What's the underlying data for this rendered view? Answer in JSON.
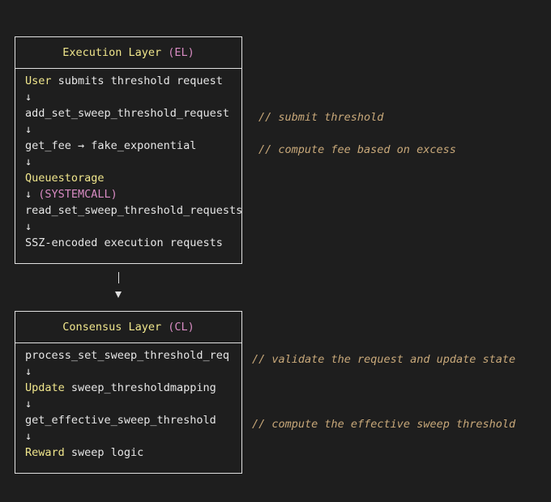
{
  "el": {
    "title_main": "Execution Layer",
    "title_abbr_open": "(",
    "title_abbr": "EL",
    "title_abbr_close": ")",
    "lines": [
      {
        "hl": "User",
        "rest": " submits threshold request"
      },
      {
        "arrow": "↓"
      },
      {
        "text": "add_set_sweep_threshold_request",
        "comment": "// submit threshold"
      },
      {
        "arrow": "↓"
      },
      {
        "text": "get_fee → fake_exponential",
        "comment": "// compute fee based on excess"
      },
      {
        "arrow": "↓"
      },
      {
        "hl": "Queuestorage"
      },
      {
        "arrow": "↓",
        "paren": "(SYSTEMCALL)"
      },
      {
        "text": "read_set_sweep_threshold_requests"
      },
      {
        "arrow": "↓"
      },
      {
        "text": "SSZ-encoded execution requests"
      }
    ]
  },
  "cl": {
    "title_main": "Consensus Layer",
    "title_abbr_open": "(",
    "title_abbr": "CL",
    "title_abbr_close": ")",
    "lines": [
      {
        "text": "process_set_sweep_threshold_req",
        "comment": "// validate the request and update state"
      },
      {
        "arrow": "↓"
      },
      {
        "hl": "Update",
        "rest": " sweep_thresholdmapping"
      },
      {
        "arrow": "↓"
      },
      {
        "text": "get_effective_sweep_threshold",
        "comment": "// compute the effective sweep threshold"
      },
      {
        "arrow": "↓"
      },
      {
        "hl": "Reward",
        "rest": " sweep logic"
      }
    ]
  },
  "connector": {
    "line": "|",
    "arrow": "▼"
  }
}
